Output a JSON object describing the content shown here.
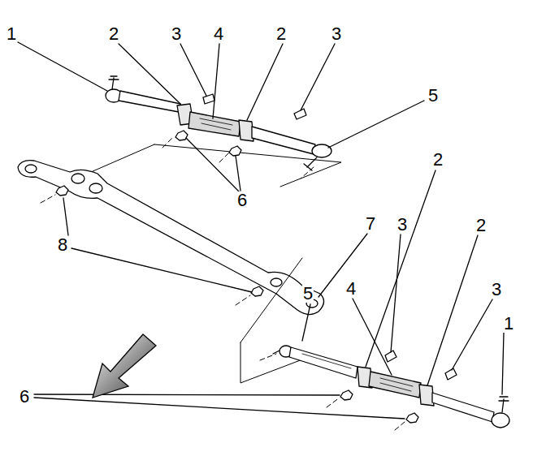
{
  "diagram": {
    "labels": [
      "1",
      "2",
      "3",
      "4",
      "2",
      "3",
      "5",
      "6",
      "7",
      "8",
      "2",
      "3",
      "2",
      "5",
      "4",
      "3",
      "1",
      "6"
    ]
  }
}
